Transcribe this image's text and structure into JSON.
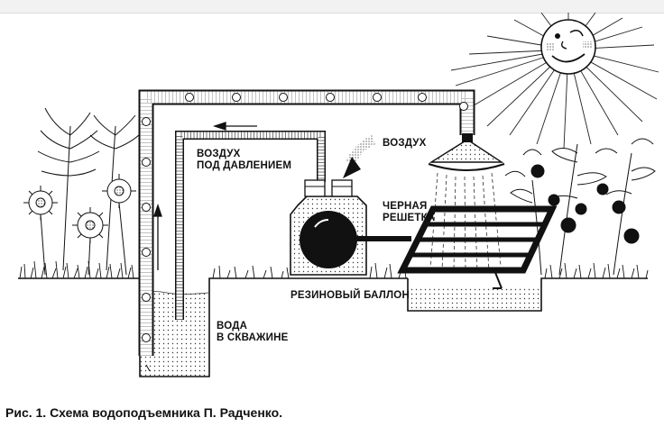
{
  "labels": {
    "air_pressure_line1": "ВОЗДУХ",
    "air_pressure_line2": "ПОД ДАВЛЕНИЕМ",
    "air": "ВОЗДУХ",
    "grate_line1": "ЧЕРНАЯ",
    "grate_line2": "РЕШЕТКА",
    "balloon": "РЕЗИНОВЫЙ БАЛЛОН",
    "water_line1": "ВОДА",
    "water_line2": "В СКВАЖИНЕ"
  },
  "caption": "Рис. 1. Схема водоподъемника П. Радченко.",
  "colors": {
    "ink": "#111111",
    "background": "#ffffff",
    "strip": "#f2f2f2"
  }
}
